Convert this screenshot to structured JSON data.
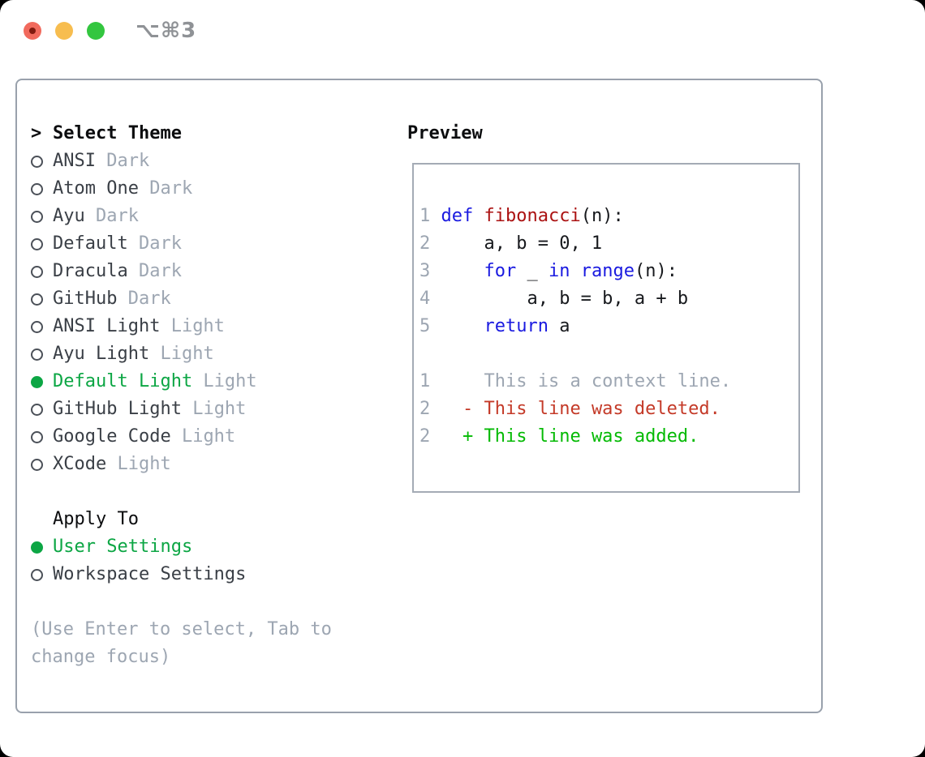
{
  "window": {
    "shortcut": "⌥⌘3",
    "traffic_lights": [
      {
        "name": "close"
      },
      {
        "name": "minimize"
      },
      {
        "name": "zoom"
      }
    ]
  },
  "theme_picker": {
    "cursor": ">",
    "header": "Select Theme",
    "items": [
      {
        "name": "ANSI",
        "variant": "Dark",
        "selected": false
      },
      {
        "name": "Atom One",
        "variant": "Dark",
        "selected": false
      },
      {
        "name": "Ayu",
        "variant": "Dark",
        "selected": false
      },
      {
        "name": "Default",
        "variant": "Dark",
        "selected": false
      },
      {
        "name": "Dracula",
        "variant": "Dark",
        "selected": false
      },
      {
        "name": "GitHub",
        "variant": "Dark",
        "selected": false
      },
      {
        "name": "ANSI Light",
        "variant": "Light",
        "selected": false
      },
      {
        "name": "Ayu Light",
        "variant": "Light",
        "selected": false
      },
      {
        "name": "Default Light",
        "variant": "Light",
        "selected": true
      },
      {
        "name": "GitHub Light",
        "variant": "Light",
        "selected": false
      },
      {
        "name": "Google Code",
        "variant": "Light",
        "selected": false
      },
      {
        "name": "XCode",
        "variant": "Light",
        "selected": false
      }
    ]
  },
  "apply_to": {
    "header": "Apply To",
    "options": [
      {
        "label": "User Settings",
        "selected": true
      },
      {
        "label": "Workspace Settings",
        "selected": false
      }
    ]
  },
  "hint": "(Use Enter to select, Tab to\nchange focus)",
  "preview": {
    "header": "Preview",
    "code_lines": [
      {
        "segments": [
          {
            "t": "1 ",
            "c": "ln"
          },
          {
            "t": "def",
            "c": "kw"
          },
          {
            "t": " ",
            "c": "code"
          },
          {
            "t": "fibonacci",
            "c": "fn"
          },
          {
            "t": "(n):",
            "c": "code"
          }
        ]
      },
      {
        "segments": [
          {
            "t": "2 ",
            "c": "ln"
          },
          {
            "t": "    a, b = 0, 1",
            "c": "code"
          }
        ]
      },
      {
        "segments": [
          {
            "t": "3 ",
            "c": "ln"
          },
          {
            "t": "    ",
            "c": "code"
          },
          {
            "t": "for",
            "c": "kw"
          },
          {
            "t": " _ ",
            "c": "code"
          },
          {
            "t": "in",
            "c": "kw"
          },
          {
            "t": " ",
            "c": "code"
          },
          {
            "t": "range",
            "c": "kw"
          },
          {
            "t": "(n):",
            "c": "code"
          }
        ]
      },
      {
        "segments": [
          {
            "t": "4 ",
            "c": "ln"
          },
          {
            "t": "        a, b = b, a + b",
            "c": "code"
          }
        ]
      },
      {
        "segments": [
          {
            "t": "5 ",
            "c": "ln"
          },
          {
            "t": "    ",
            "c": "code"
          },
          {
            "t": "return",
            "c": "kw"
          },
          {
            "t": " a",
            "c": "code"
          }
        ]
      },
      {
        "segments": []
      },
      {
        "segments": [
          {
            "t": "1 ",
            "c": "ln"
          },
          {
            "t": "    This is a context line.",
            "c": "ctx"
          }
        ]
      },
      {
        "segments": [
          {
            "t": "2 ",
            "c": "ln"
          },
          {
            "t": "  ",
            "c": "code"
          },
          {
            "t": "- This line was deleted.",
            "c": "del"
          }
        ]
      },
      {
        "segments": [
          {
            "t": "2 ",
            "c": "ln"
          },
          {
            "t": "  ",
            "c": "code"
          },
          {
            "t": "+ This line was added.",
            "c": "add"
          }
        ]
      }
    ]
  },
  "colors": {
    "traffic_red": "#f16a5d",
    "traffic_red_dot": "#811a0f",
    "traffic_yellow": "#f7bd4f",
    "traffic_green": "#33c63f",
    "shortcut_gray": "#8f9296",
    "panel_border": "#99a1ac",
    "preview_border": "#a4abb5",
    "text_black": "#0c0d0f",
    "item_dark": "#3a3f46",
    "muted": "#9da6b2",
    "radio_ring": "#4b5058",
    "selected_green": "#0ca644",
    "added_green": "#04ba04",
    "deleted_red": "#c43a28",
    "keyword_blue": "#1a1ae0",
    "function_red": "#ab1212",
    "code_black": "#17191d"
  }
}
